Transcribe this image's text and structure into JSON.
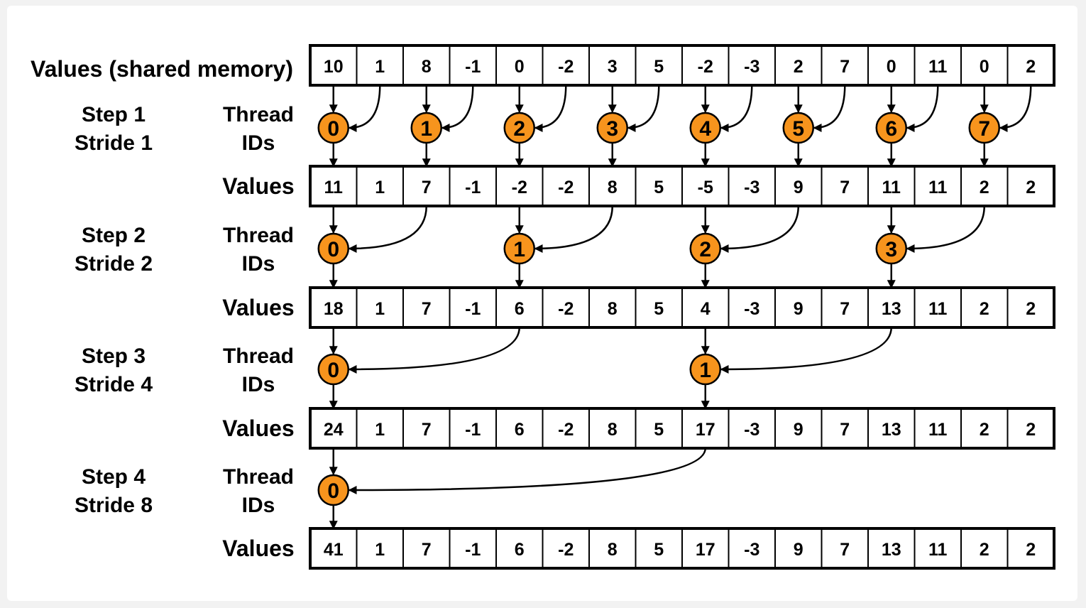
{
  "title_label": "Values (shared memory)",
  "values_label": "Values",
  "thread_label_line1": "Thread",
  "thread_label_line2": "IDs",
  "colors": {
    "thread_fill": "#f7941d",
    "line": "#000000",
    "background": "#ffffff"
  },
  "rows": [
    [
      10,
      1,
      8,
      -1,
      0,
      -2,
      3,
      5,
      -2,
      -3,
      2,
      7,
      0,
      11,
      0,
      2
    ],
    [
      11,
      1,
      7,
      -1,
      -2,
      -2,
      8,
      5,
      -5,
      -3,
      9,
      7,
      11,
      11,
      2,
      2
    ],
    [
      18,
      1,
      7,
      -1,
      6,
      -2,
      8,
      5,
      4,
      -3,
      9,
      7,
      13,
      11,
      2,
      2
    ],
    [
      24,
      1,
      7,
      -1,
      6,
      -2,
      8,
      5,
      17,
      -3,
      9,
      7,
      13,
      11,
      2,
      2
    ],
    [
      41,
      1,
      7,
      -1,
      6,
      -2,
      8,
      5,
      17,
      -3,
      9,
      7,
      13,
      11,
      2,
      2
    ]
  ],
  "steps": [
    {
      "step_label": "Step 1",
      "stride_label": "Stride 1",
      "stride": 1,
      "thread_ids": [
        "0",
        "1",
        "2",
        "3",
        "4",
        "5",
        "6",
        "7"
      ]
    },
    {
      "step_label": "Step 2",
      "stride_label": "Stride 2",
      "stride": 2,
      "thread_ids": [
        "0",
        "1",
        "2",
        "3"
      ]
    },
    {
      "step_label": "Step 3",
      "stride_label": "Stride 4",
      "stride": 4,
      "thread_ids": [
        "0",
        "1"
      ]
    },
    {
      "step_label": "Step 4",
      "stride_label": "Stride 8",
      "stride": 8,
      "thread_ids": [
        "0"
      ]
    }
  ]
}
